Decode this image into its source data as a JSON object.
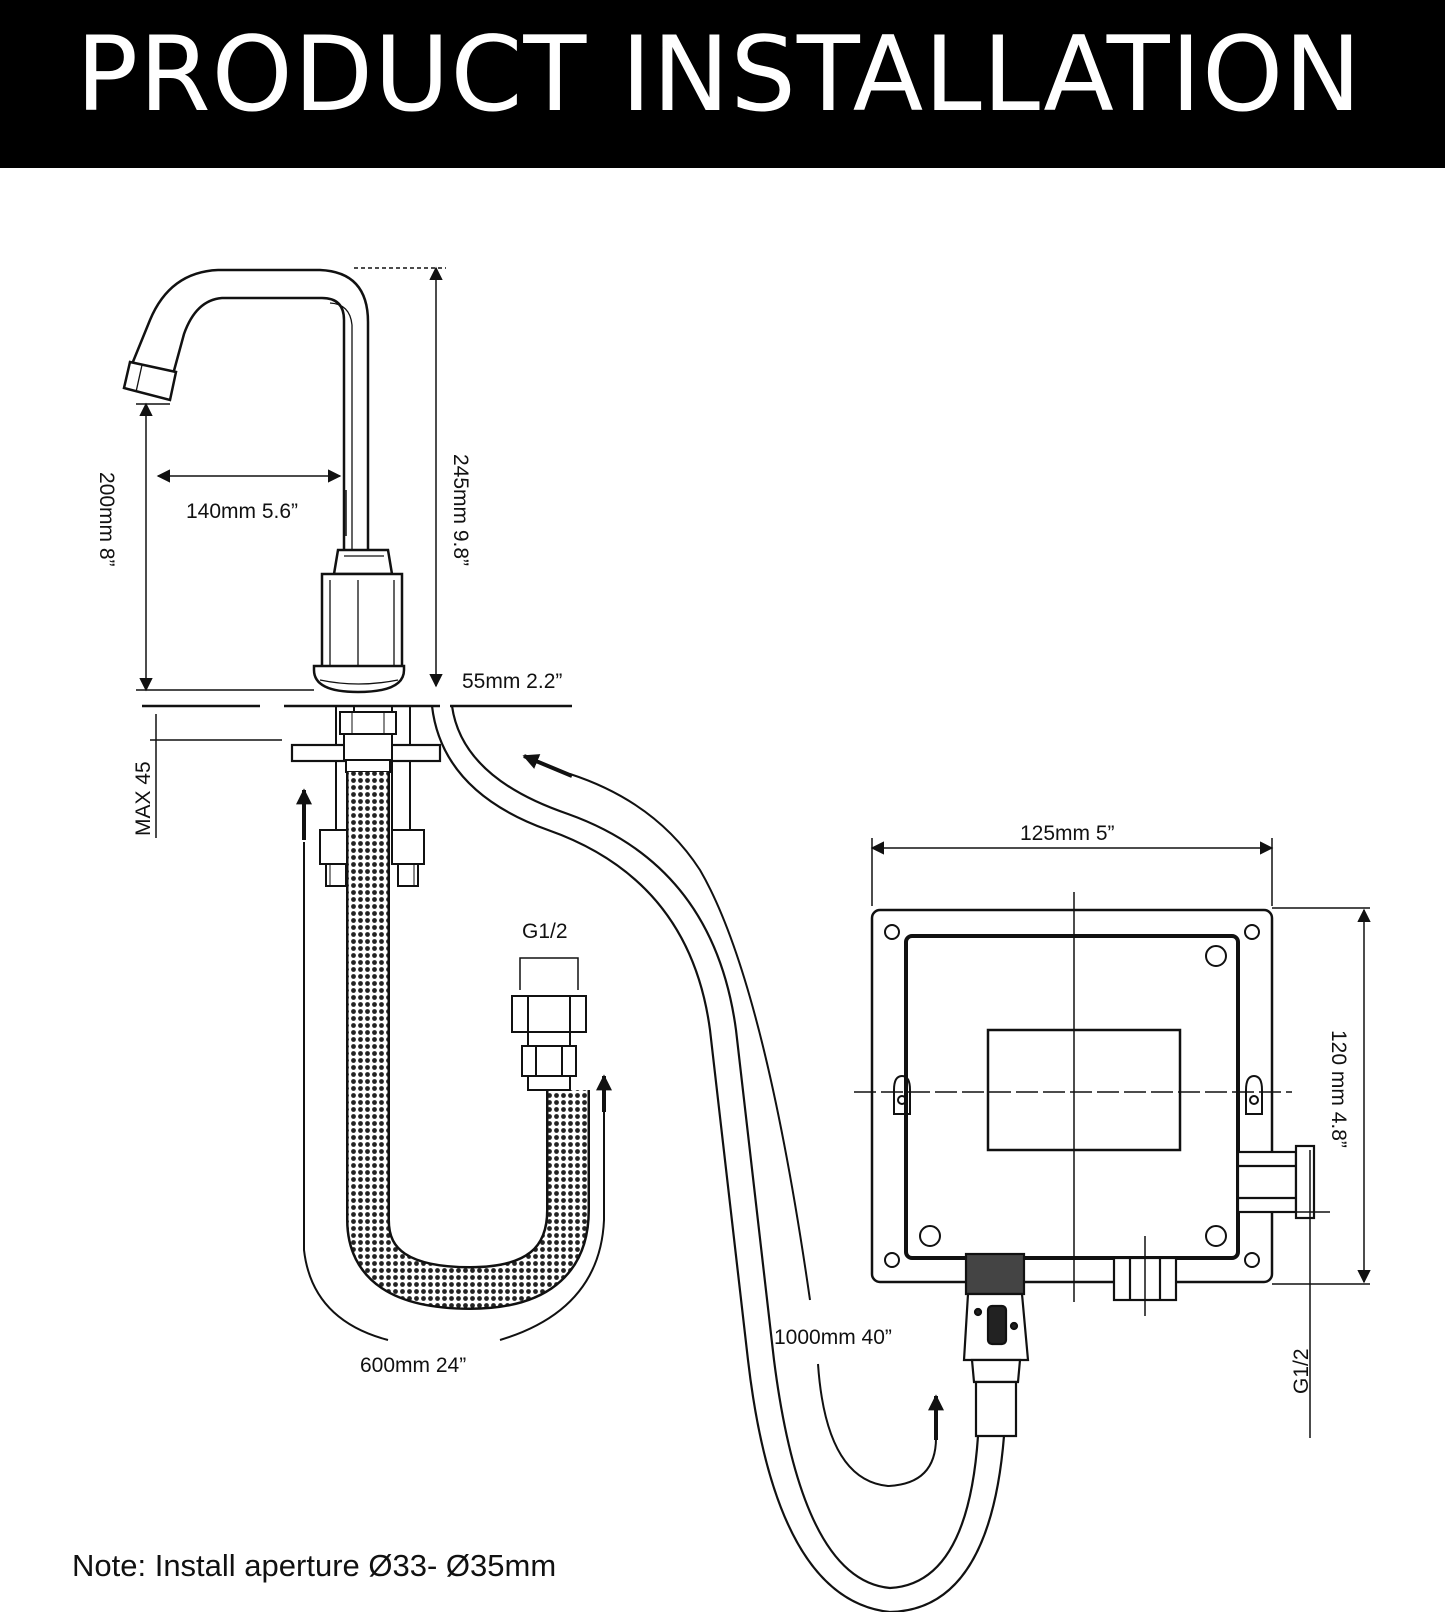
{
  "header": {
    "title": "PRODUCT INSTALLATION"
  },
  "dimensions": {
    "faucet_height": "245mm 9.8”",
    "spout_height": "200mm 8”",
    "spout_reach": "140mm 5.6”",
    "base_diameter": "55mm 2.2”",
    "max_thickness": "MAX 45",
    "inlet_thread": "G1/2",
    "hose_length": "600mm 24”",
    "cable_length": "1000mm 40”",
    "box_width": "125mm 5”",
    "box_height": "120 mm 4.8”",
    "box_thread": "G1/2"
  },
  "note": "Note: Install aperture Ø33- Ø35mm",
  "colors": {
    "header_bg": "#000000",
    "header_text": "#ffffff",
    "line": "#111111"
  }
}
